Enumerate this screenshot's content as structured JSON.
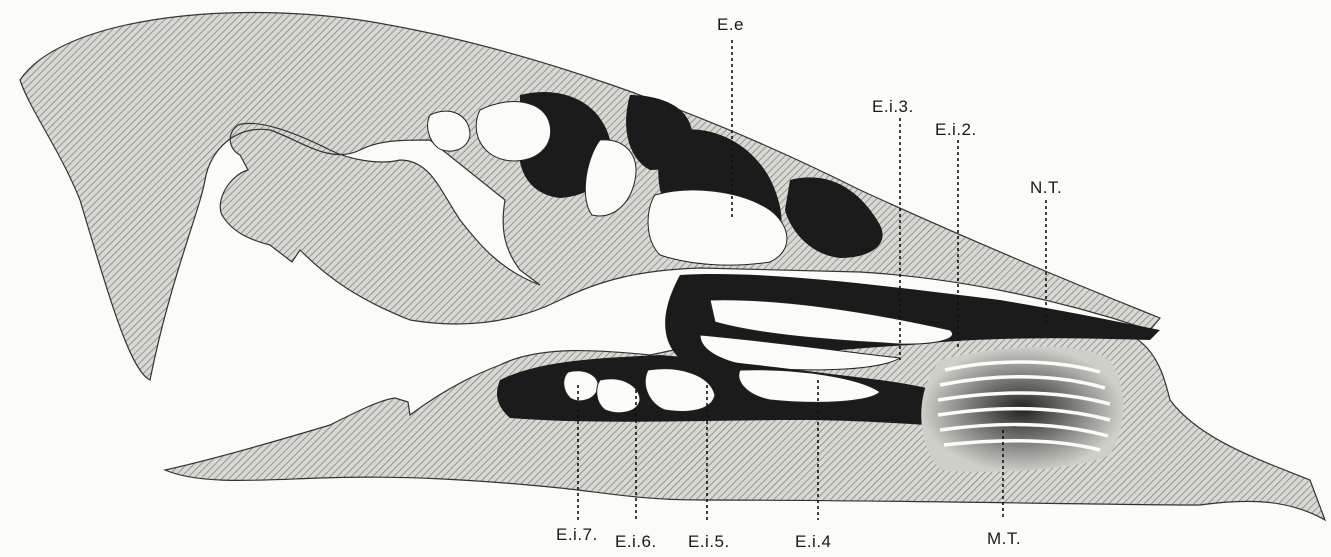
{
  "figure": {
    "labels": {
      "ee": "E.e",
      "ei3": "E.i.3.",
      "ei2": "E.i.2.",
      "nt": "N.T.",
      "ei7": "E.i.7.",
      "ei6": "E.i.6.",
      "ei5": "E.i.5.",
      "ei4": "E.i.4",
      "mt": "M.T."
    },
    "colors": {
      "ink": "#1b1b1b",
      "paper": "#fbfbf8",
      "hatch": "#555555"
    }
  }
}
